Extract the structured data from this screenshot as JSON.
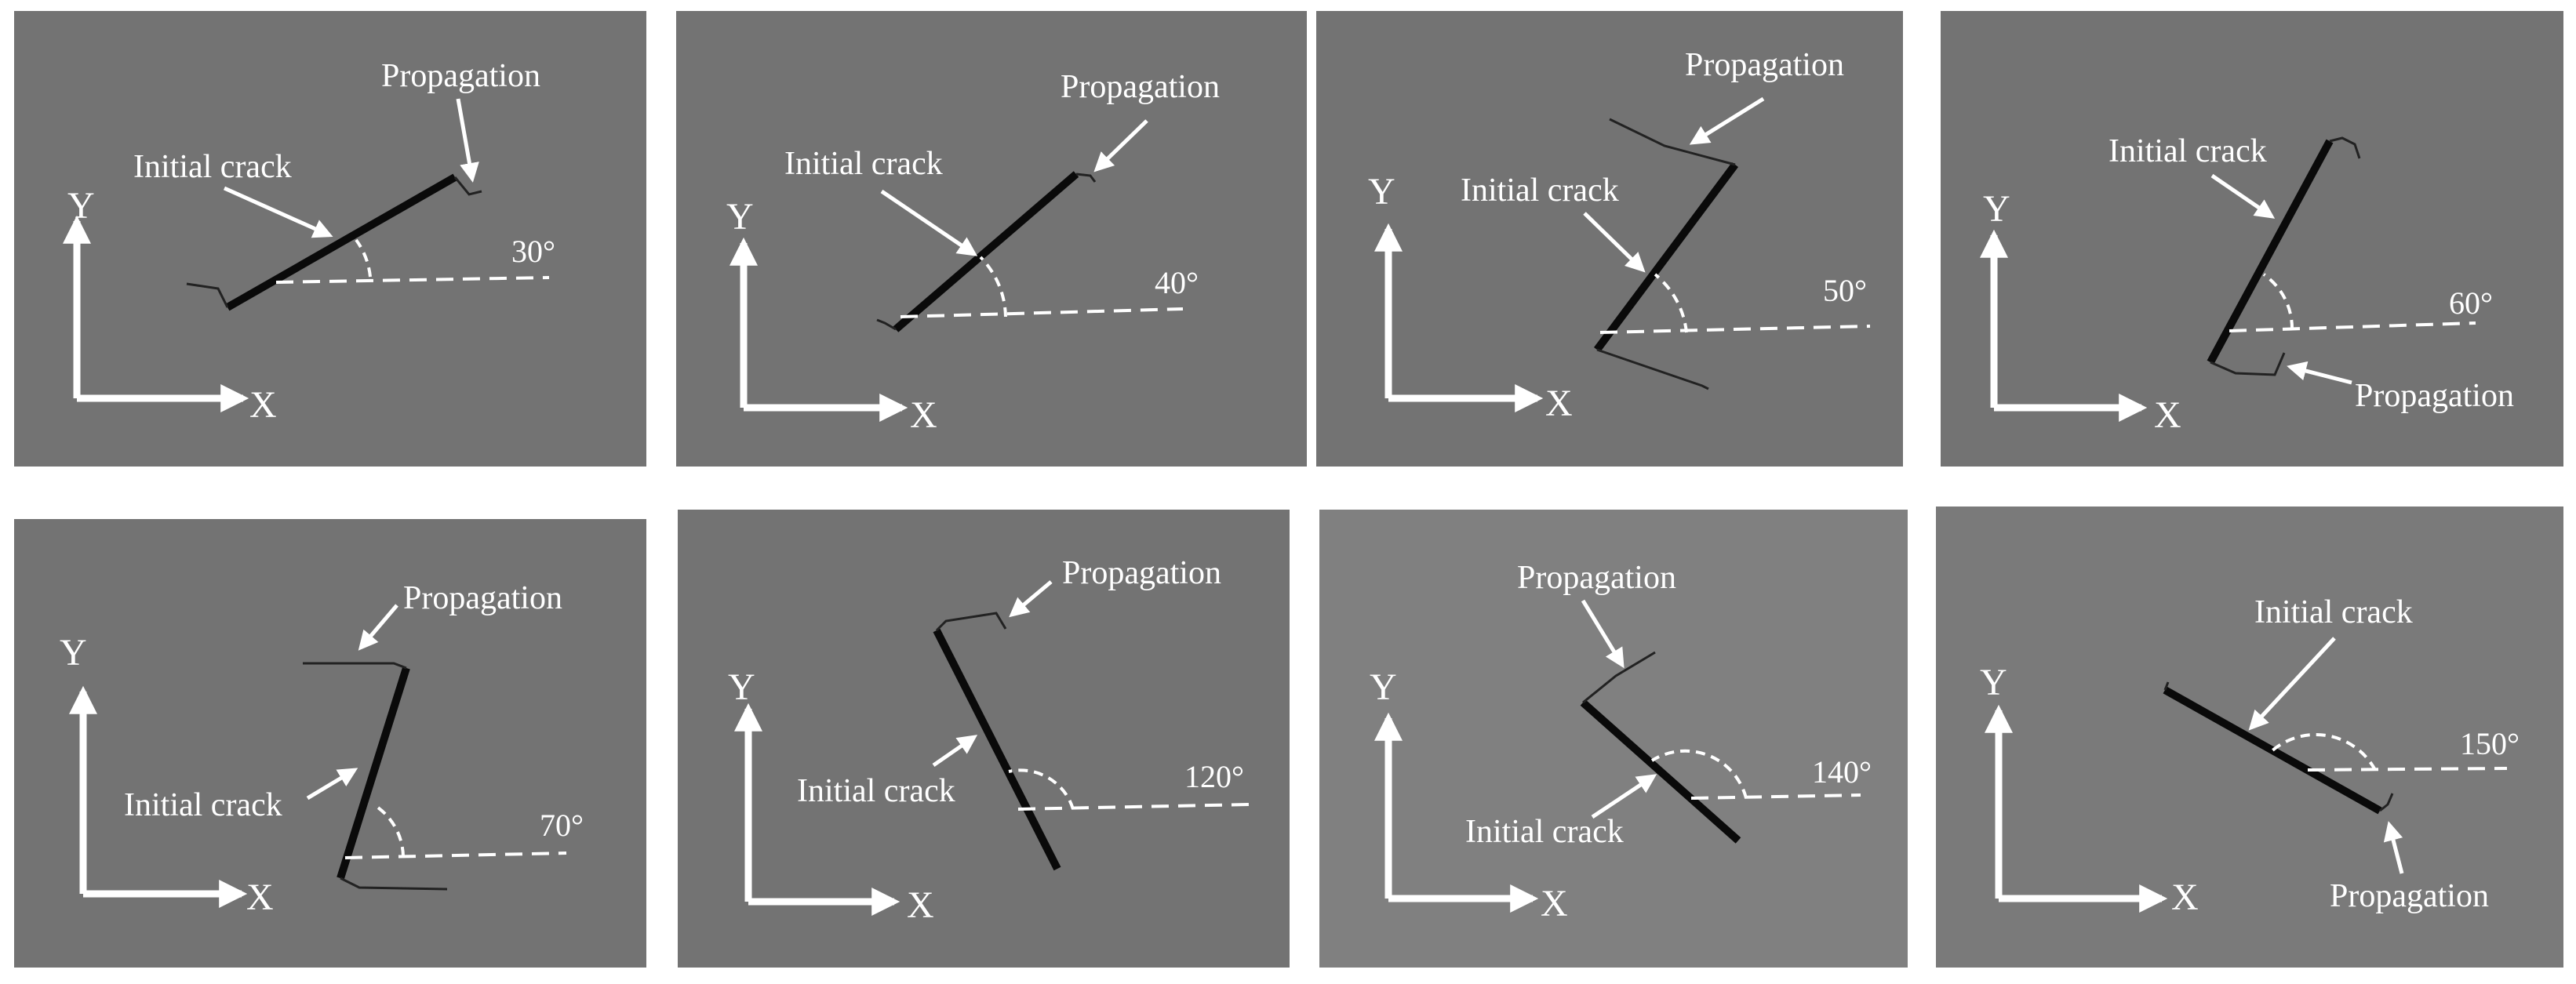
{
  "colors": {
    "page_background": "#ffffff",
    "panel_background": "#737373",
    "foreground": "#ffffff",
    "crack": "#0a0a0a"
  },
  "labels": {
    "axis_x": "X",
    "axis_y": "Y",
    "initial_crack": "Initial crack",
    "propagation": "Propagation"
  },
  "panels": [
    {
      "angle_label": "30°"
    },
    {
      "angle_label": "40°"
    },
    {
      "angle_label": "50°"
    },
    {
      "angle_label": "60°"
    },
    {
      "angle_label": "70°"
    },
    {
      "angle_label": "120°"
    },
    {
      "angle_label": "140°"
    },
    {
      "angle_label": "150°"
    }
  ]
}
